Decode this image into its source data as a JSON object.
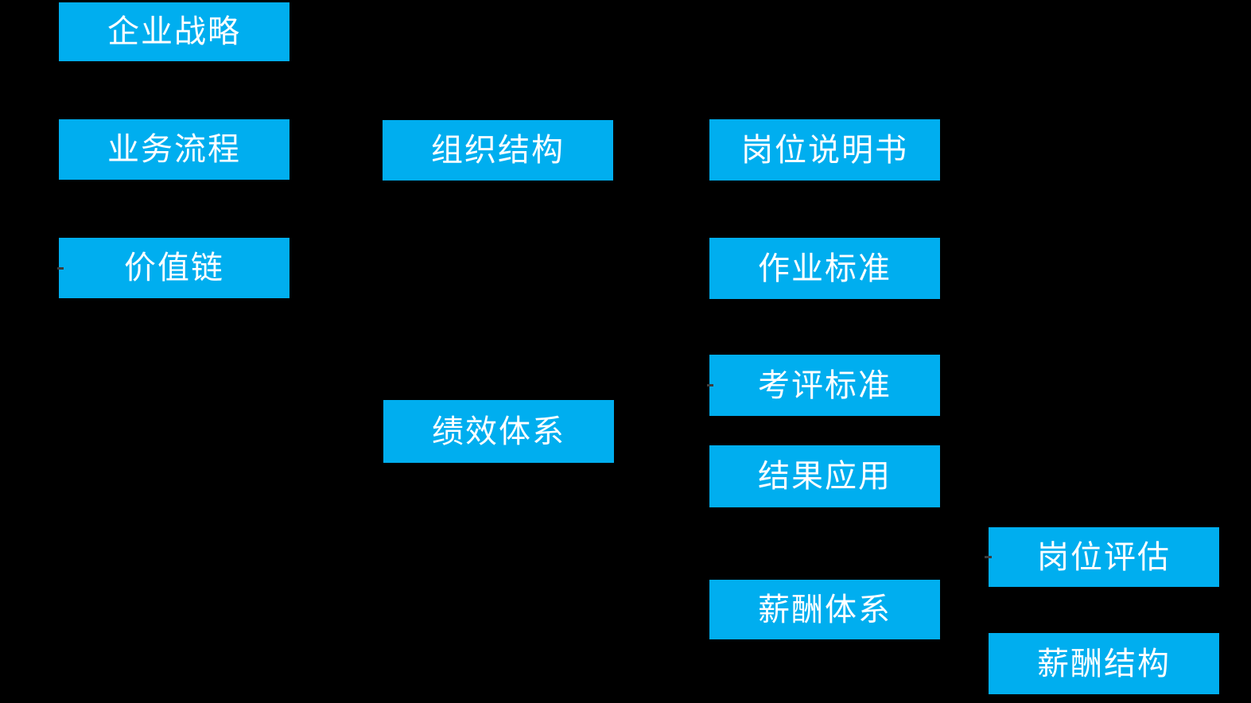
{
  "diagram": {
    "background_color": "#000000",
    "node_fill_color": "#00AEEF",
    "node_text_color": "#FFFFFF",
    "connector_dash_color": "#3D3D3D",
    "nodes": [
      {
        "id": "enterprise-strategy",
        "label": "企业战略"
      },
      {
        "id": "business-process",
        "label": "业务流程"
      },
      {
        "id": "value-chain",
        "label": "价值链"
      },
      {
        "id": "org-structure",
        "label": "组织结构"
      },
      {
        "id": "performance-system",
        "label": "绩效体系"
      },
      {
        "id": "job-description",
        "label": "岗位说明书"
      },
      {
        "id": "work-standard",
        "label": "作业标准"
      },
      {
        "id": "evaluation-standard",
        "label": "考评标准"
      },
      {
        "id": "result-application",
        "label": "结果应用"
      },
      {
        "id": "compensation-system",
        "label": "薪酬体系"
      },
      {
        "id": "job-evaluation",
        "label": "岗位评估"
      },
      {
        "id": "compensation-structure",
        "label": "薪酬结构"
      }
    ]
  }
}
